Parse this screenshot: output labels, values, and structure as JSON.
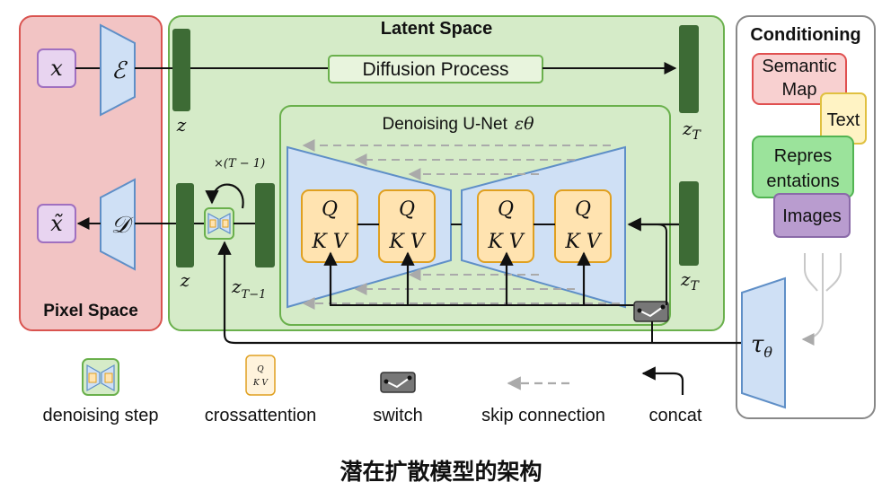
{
  "regions": {
    "pixel_space": "Pixel Space",
    "latent_space": "Latent Space",
    "conditioning": "Conditioning",
    "unet_title": "Denoising U-Net",
    "unet_symbol": "εθ"
  },
  "symbols": {
    "x": "x",
    "x_tilde": "x̃",
    "encoder": "ℰ",
    "decoder": "𝒟",
    "z_top": "z",
    "z_bottom": "z",
    "z_T_top": "z",
    "z_T_top_sub": "T",
    "z_T_bottom": "z",
    "z_T_bottom_sub": "T",
    "z_T_minus_1": "z",
    "z_T_minus_1_sub": "T−1",
    "times": "×(T − 1)",
    "tau": "τ",
    "tau_sub": "θ"
  },
  "diffusion_process": "Diffusion Process",
  "attention_block": {
    "q": "Q",
    "kv": "K V"
  },
  "conditioning_items": {
    "semantic_map": "Semantic Map",
    "semantic_line1": "Semantic",
    "semantic_line2": "Map",
    "text": "Text",
    "representations_line1": "Repres",
    "representations_line2": "entations",
    "images": "Images"
  },
  "legend": {
    "denoising_step": "denoising step",
    "crossattention": "crossattention",
    "switch": "switch",
    "skip_connection": "skip connection",
    "concat": "concat",
    "mini_q": "Q",
    "mini_kv": "K V"
  },
  "caption": "潜在扩散模型的架构",
  "colors": {
    "pixel_bg": "#f2c4c4",
    "pixel_border": "#d9534f",
    "latent_bg": "#d5ebc8",
    "latent_border": "#6ab04c",
    "cond_bg": "#ffffff",
    "cond_border": "#888888",
    "trapezoid_fill": "#cfe0f5",
    "trapezoid_stroke": "#5f8fc7",
    "latent_bar": "#3d6b35",
    "attention_fill": "#ffe3b0",
    "attention_stroke": "#e0a020",
    "semantic_fill": "#f8d0d0",
    "semantic_stroke": "#e05050",
    "text_fill": "#fff3c4",
    "text_stroke": "#e0c040",
    "repr_fill": "#9be39b",
    "repr_stroke": "#52b452",
    "images_fill": "#b99ccf",
    "images_stroke": "#8a6aa8",
    "x_fill": "#e8d4f0",
    "x_stroke": "#a070c0"
  }
}
